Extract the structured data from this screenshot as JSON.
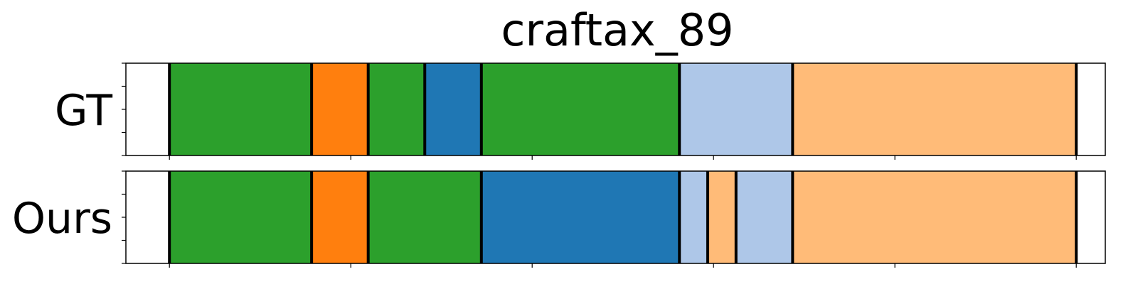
{
  "chart_data": {
    "type": "segmentation_timeline",
    "title": "craftax_89",
    "x_unit": "frame index",
    "xlim": [
      -60,
      1290
    ],
    "xticks": [
      0,
      250,
      500,
      750,
      1000,
      1250
    ],
    "show_xtick_labels": false,
    "colors": {
      "green": "#2ca02c",
      "orange": "#ff7f0e",
      "blue": "#1f77b4",
      "light_blue": "#aec7e8",
      "light_orange": "#ffbb78"
    },
    "rows": [
      {
        "label": "GT",
        "segments": [
          {
            "start": 0,
            "end": 196,
            "color": "green"
          },
          {
            "start": 196,
            "end": 274,
            "color": "orange"
          },
          {
            "start": 274,
            "end": 352,
            "color": "green"
          },
          {
            "start": 352,
            "end": 430,
            "color": "blue"
          },
          {
            "start": 430,
            "end": 703,
            "color": "green"
          },
          {
            "start": 703,
            "end": 859,
            "color": "light_blue"
          },
          {
            "start": 859,
            "end": 1250,
            "color": "light_orange"
          }
        ]
      },
      {
        "label": "Ours",
        "segments": [
          {
            "start": 0,
            "end": 196,
            "color": "green"
          },
          {
            "start": 196,
            "end": 274,
            "color": "orange"
          },
          {
            "start": 274,
            "end": 430,
            "color": "green"
          },
          {
            "start": 430,
            "end": 703,
            "color": "blue"
          },
          {
            "start": 703,
            "end": 742,
            "color": "light_blue"
          },
          {
            "start": 742,
            "end": 781,
            "color": "light_orange"
          },
          {
            "start": 781,
            "end": 859,
            "color": "light_blue"
          },
          {
            "start": 859,
            "end": 1250,
            "color": "light_orange"
          }
        ]
      }
    ]
  }
}
